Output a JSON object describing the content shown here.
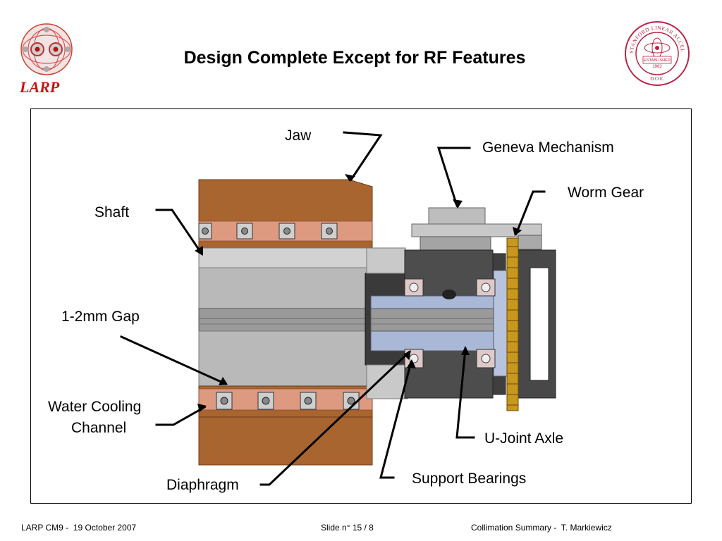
{
  "slide": {
    "title": "Design Complete Except for RF Features",
    "logo_text": "LARP",
    "seal": {
      "ring_text": "STANFORD LINEAR ACCELERATOR CENTER",
      "established": "ESTABLISHED",
      "year": "1962",
      "dept": "D.O.E."
    }
  },
  "diagram": {
    "labels": {
      "jaw": "Jaw",
      "geneva": "Geneva Mechanism",
      "worm_gear": "Worm Gear",
      "shaft": "Shaft",
      "gap": "1-2mm Gap",
      "water_cooling_1": "Water Cooling",
      "water_cooling_2": "Channel",
      "ujoint": "U-Joint Axle",
      "support_bearings": "Support Bearings",
      "diaphragm": "Diaphragm"
    },
    "colors": {
      "copper": "#a9652f",
      "copper_light": "#dd9a80",
      "steel": "#c4c4c4",
      "dark_steel": "#4d4d4d",
      "blue_axle": "#a9b8d6",
      "gold": "#c9971e"
    }
  },
  "footer": {
    "left": "LARP CM9 -  19 October 2007",
    "center": "Slide n° 15 / 8",
    "right": "Collimation Summary -  T. Markiewicz"
  }
}
